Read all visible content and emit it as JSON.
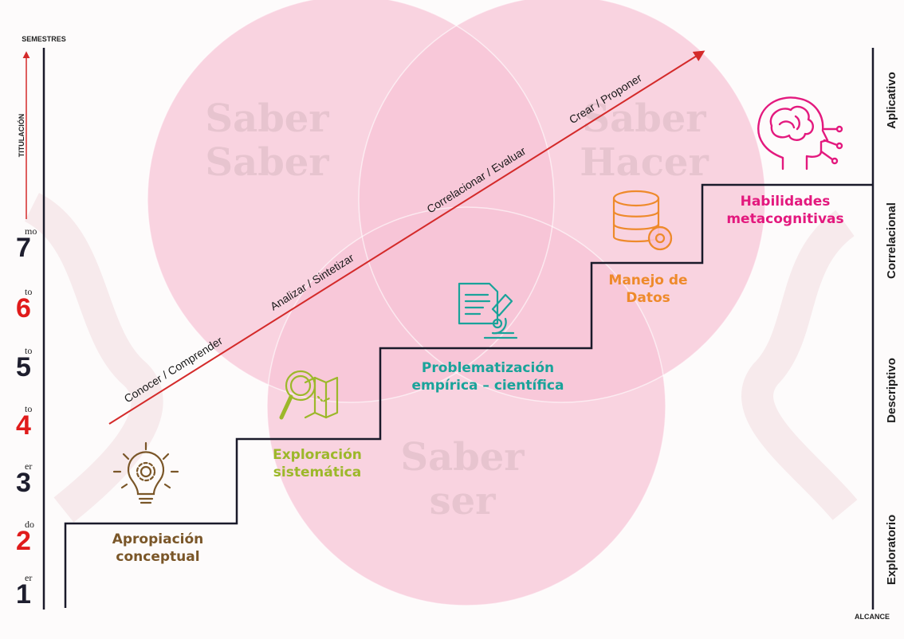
{
  "axis": {
    "top_label": "SEMESTRES",
    "vertical_label": "TITULACIÓN",
    "bottom_right_label": "ALCANCE"
  },
  "semesters": [
    {
      "num": "1",
      "sup": "er",
      "color": "#1e1e2e"
    },
    {
      "num": "2",
      "sup": "do",
      "color": "#e01b1b"
    },
    {
      "num": "3",
      "sup": "er",
      "color": "#1e1e2e"
    },
    {
      "num": "4",
      "sup": "to",
      "color": "#e01b1b"
    },
    {
      "num": "5",
      "sup": "to",
      "color": "#1e1e2e"
    },
    {
      "num": "6",
      "sup": "to",
      "color": "#e01b1b"
    },
    {
      "num": "7",
      "sup": "mo",
      "color": "#1e1e2e"
    }
  ],
  "scope": [
    "Exploratorio",
    "Descriptivo",
    "Correlacional",
    "Aplicativo"
  ],
  "circles": {
    "left": [
      "Saber",
      "Saber"
    ],
    "right": [
      "Saber",
      "Hacer"
    ],
    "bottom": [
      "Saber",
      "ser"
    ]
  },
  "verbs": [
    "Conocer / Comprender",
    "Analizar / Sintetizar",
    "Correlacionar / Evaluar",
    "Crear / Proponer"
  ],
  "steps": [
    {
      "lines": [
        "Apropiación",
        "conceptual"
      ],
      "color": "#7a5628",
      "icon": "lightbulb-gear-icon"
    },
    {
      "lines": [
        "Exploración",
        "sistemática"
      ],
      "color": "#9cb82a",
      "icon": "magnifier-map-icon"
    },
    {
      "lines": [
        "Problematización",
        "empírica – científica"
      ],
      "color": "#1aa39a",
      "icon": "document-microscope-icon"
    },
    {
      "lines": [
        "Manejo de",
        "Datos"
      ],
      "color": "#ee8a2b",
      "icon": "database-gear-icon"
    },
    {
      "lines": [
        "Habilidades",
        "metacognitivas"
      ],
      "color": "#e3197e",
      "icon": "brain-head-icon"
    }
  ],
  "colors": {
    "circle_fill": "#f7c3d6",
    "staircase": "#1a1a2a",
    "arrow": "#d42a2a"
  }
}
